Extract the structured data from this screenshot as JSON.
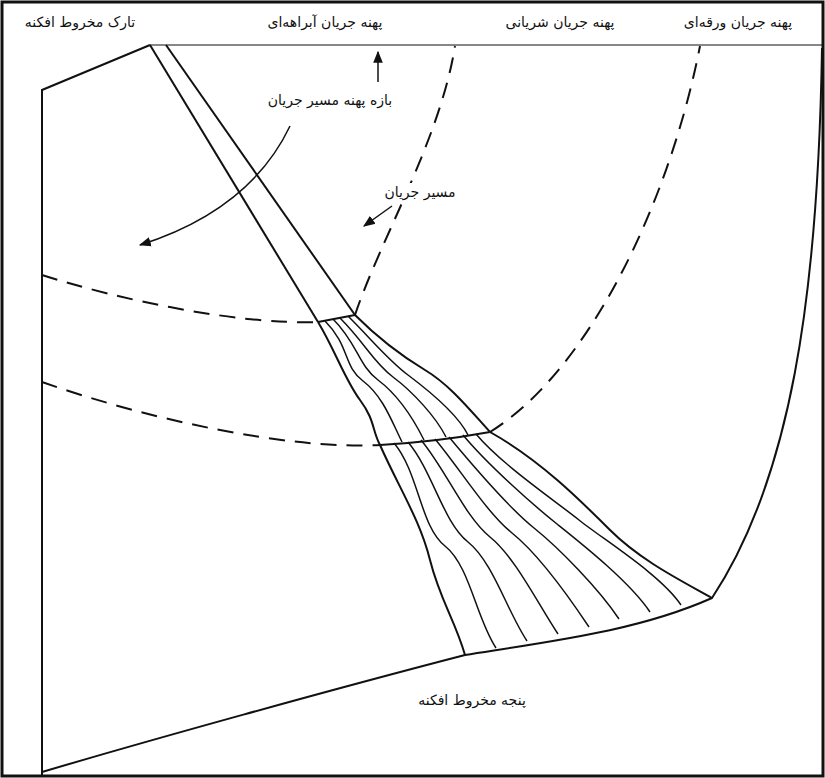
{
  "diagram": {
    "labels": [
      "پهنه جریان ورقه‌ای",
      "پهنه جریان شریانی",
      "پهنه جریان آبراهه‌ای",
      "تارک مخروط افکنه",
      "بازه پهنه مسیر جریان",
      "مسیر جریان",
      "پنجه مخروط افکنه"
    ]
  }
}
